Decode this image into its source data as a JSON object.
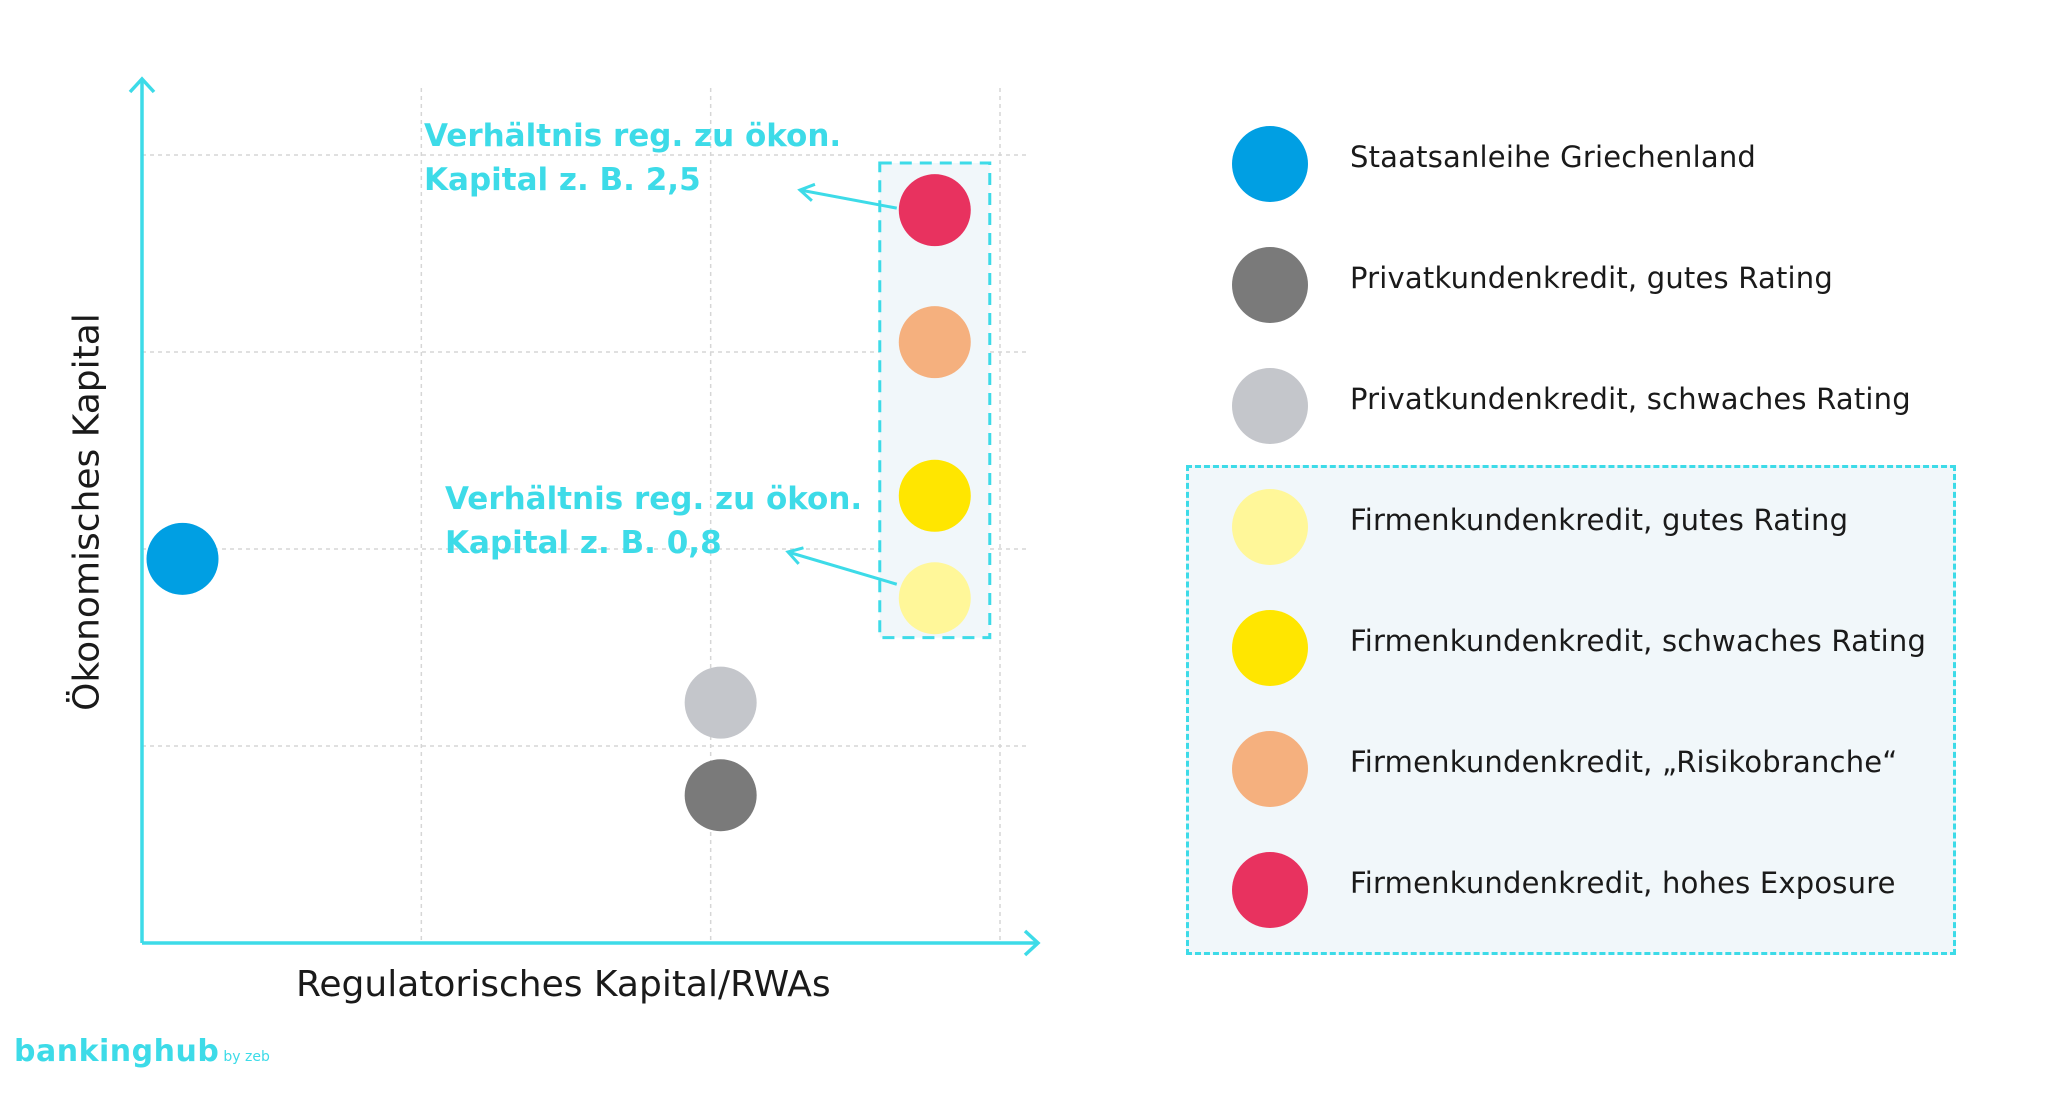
{
  "chart_data": {
    "type": "scatter",
    "xlabel": "Regulatorisches Kapital/RWAs",
    "ylabel": "Ökonomisches Kapital",
    "xlim": [
      0,
      3
    ],
    "ylim": [
      0,
      4
    ],
    "grid": true,
    "legend_position": "right",
    "points": [
      {
        "name": "Staatsanleihe Griechenland",
        "x": 0.14,
        "y": 1.95,
        "color": "#009fe3"
      },
      {
        "name": "Privatkundenkredit, gutes Rating",
        "x": 2.0,
        "y": 0.75,
        "color": "#7a7a7a"
      },
      {
        "name": "Privatkundenkredit, schwaches Rating",
        "x": 2.0,
        "y": 1.22,
        "color": "#c4c6cb"
      },
      {
        "name": "Firmenkundenkredit, gutes Rating",
        "x": 2.74,
        "y": 1.75,
        "color": "#fff799"
      },
      {
        "name": "Firmenkundenkredit, schwaches Rating",
        "x": 2.74,
        "y": 2.27,
        "color": "#ffe600"
      },
      {
        "name": "Firmenkundenkredit, „Risikobranche“",
        "x": 2.74,
        "y": 3.05,
        "color": "#f5b07e"
      },
      {
        "name": "Firmenkundenkredit, hohes Exposure",
        "x": 2.74,
        "y": 3.72,
        "color": "#e8325f"
      }
    ],
    "annotations": [
      {
        "text_line1": "Verhältnis reg. zu ökon.",
        "text_line2": "Kapital z. B. 2,5",
        "target": "Firmenkundenkredit, hohes Exposure"
      },
      {
        "text_line1": "Verhältnis reg. zu ökon.",
        "text_line2": "Kapital z. B. 0,8",
        "target": "Firmenkundenkredit, gutes Rating"
      }
    ]
  },
  "legend": {
    "items": [
      {
        "label": "Staatsanleihe Griechenland",
        "color": "#009fe3"
      },
      {
        "label": "Privatkundenkredit, gutes Rating",
        "color": "#7a7a7a"
      },
      {
        "label": "Privatkundenkredit, schwaches Rating",
        "color": "#c4c6cb"
      },
      {
        "label": "Firmenkundenkredit, gutes Rating",
        "color": "#fff799"
      },
      {
        "label": "Firmenkundenkredit, schwaches Rating",
        "color": "#ffe600"
      },
      {
        "label": "Firmenkundenkredit, „Risikobranche“",
        "color": "#f5b07e"
      },
      {
        "label": "Firmenkundenkredit, hohes Exposure",
        "color": "#e8325f"
      }
    ]
  },
  "brand": {
    "name_a": "banking",
    "name_b": "hub",
    "suffix": "by zeb"
  },
  "colors": {
    "accent": "#3ddbe8",
    "axis": "#3ddbe8",
    "group_fill": "#f1f7fa",
    "grid": "#d6d6d6"
  }
}
